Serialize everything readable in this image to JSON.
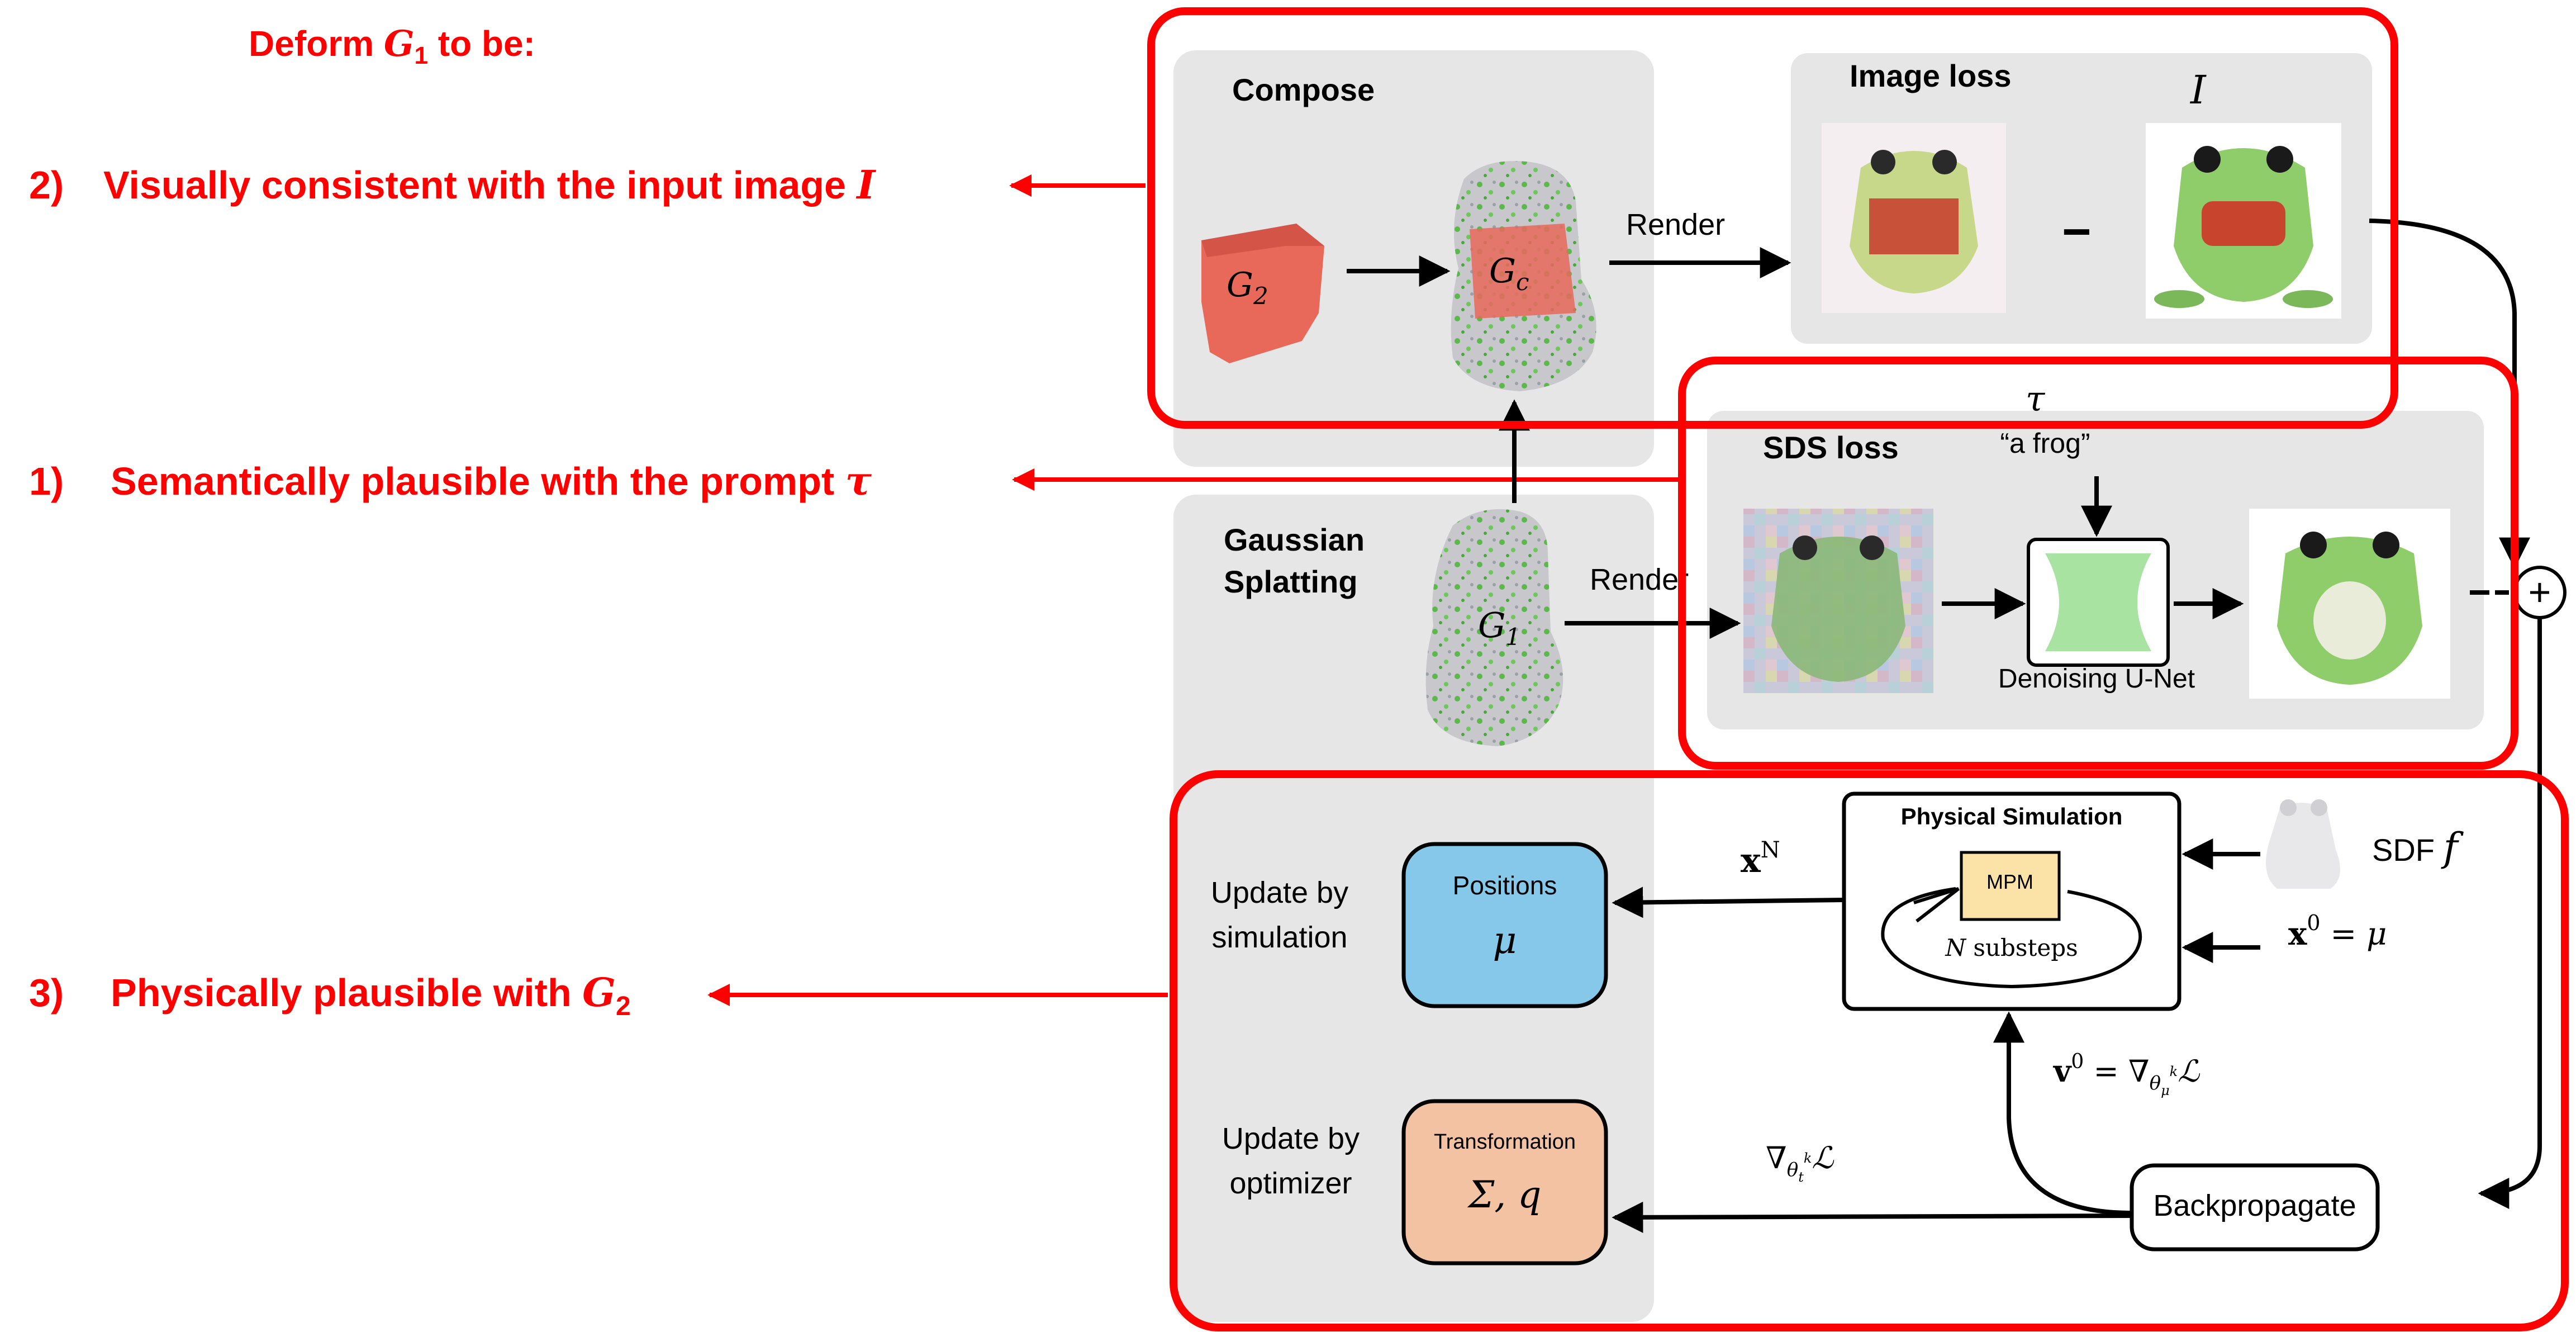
{
  "goals": {
    "header_prefix": "Deform ",
    "header_var": "G",
    "header_sub": "1",
    "header_suffix": " to be:",
    "g2": {
      "num": "2)",
      "text": "Visually consistent with the input image ",
      "var": "I"
    },
    "g1": {
      "num": "1)",
      "text": "Semantically plausible with the prompt ",
      "var": "τ"
    },
    "g3": {
      "num": "3)",
      "text": "Physically plausible with ",
      "var": "G",
      "sub": "2"
    }
  },
  "compose": {
    "title": "Compose",
    "g2_var": "G",
    "g2_sub": "2",
    "gc_var": "G",
    "gc_sub": "c",
    "render": "Render"
  },
  "image_loss": {
    "title": "Image loss",
    "input_var": "I",
    "minus": "−"
  },
  "sds": {
    "title": "SDS loss",
    "prompt_var": "τ",
    "prompt_text": "“a frog”",
    "unet_label": "Denoising U-Net"
  },
  "gaussian": {
    "title_line1": "Gaussian",
    "title_line2": "Splatting",
    "g1_var": "G",
    "g1_sub": "1",
    "render": "Render"
  },
  "plus": "+",
  "physics": {
    "update_sim_1": "Update by",
    "update_sim_2": "simulation",
    "update_opt_1": "Update by",
    "update_opt_2": "optimizer",
    "positions_label": "Positions",
    "positions_var": "μ",
    "transform_label": "Transformation",
    "transform_var": "Σ, q",
    "xN_base": "x",
    "xN_sup": "N",
    "sim_title": "Physical Simulation",
    "mpm": "MPM",
    "substeps_var": "N",
    "substeps": " substeps",
    "sdf": "SDF ",
    "sdf_var": "f",
    "x0_base": "x",
    "x0_sup": "0",
    "x0_rest": " = μ",
    "v0_base": "v",
    "v0_sup": "0",
    "v0_rest": " = ∇",
    "v0_sub1": "θ",
    "v0_sub2": "μ",
    "v0_sup2": "k",
    "v0_loss": "ℒ",
    "grad_t": "∇",
    "grad_t_sub1": "θ",
    "grad_t_sub2": "t",
    "grad_t_sup": "k",
    "grad_t_loss": "ℒ",
    "backprop": "Backpropagate"
  },
  "colors": {
    "red": "#ff0000",
    "panel_gray": "#e6e6e6",
    "positions_fill": "#86c8ea",
    "transform_fill": "#f3c2a3",
    "mpm_fill": "#fbe3a7",
    "unet_fill": "#a8e3a2",
    "frog_green": "#8fcd6a",
    "shard_red": "#e8685a"
  }
}
